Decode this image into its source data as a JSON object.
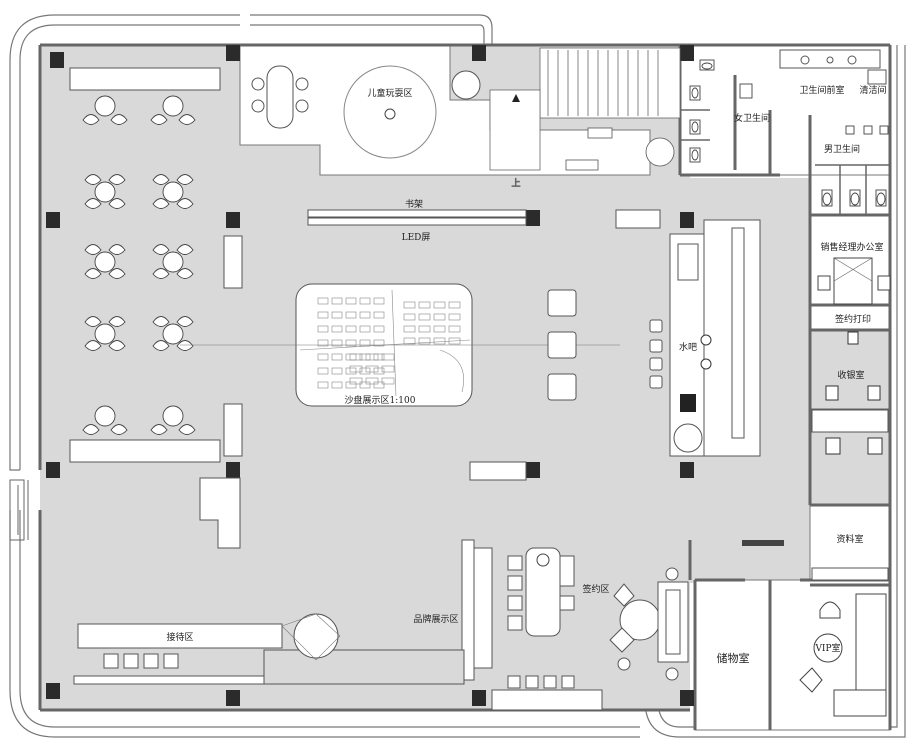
{
  "rooms": {
    "kids_play": "儿童玩耍区",
    "restroom_front": "卫生间前室",
    "janitor": "清洁间",
    "womens_restroom": "女卫生间",
    "mens_restroom": "男卫生间",
    "sales_manager": "销售经理办公室",
    "contract_print": "签约打印",
    "cashier": "收银室",
    "archive": "资料室",
    "storage": "储物室",
    "vip": "VIP室",
    "water_bar": "水吧",
    "sand_table": "沙盘展示区1:100",
    "contract_area": "签约区",
    "brand_display": "品牌展示区",
    "reception": "接待区"
  },
  "labels": {
    "bookshelf": "书架",
    "led_screen": "LED屏",
    "stair_up": "上"
  },
  "colors": {
    "floor": "#d9d9d9",
    "wall": "#6f6f6f",
    "column": "#2b2b2b",
    "white": "#ffffff"
  }
}
